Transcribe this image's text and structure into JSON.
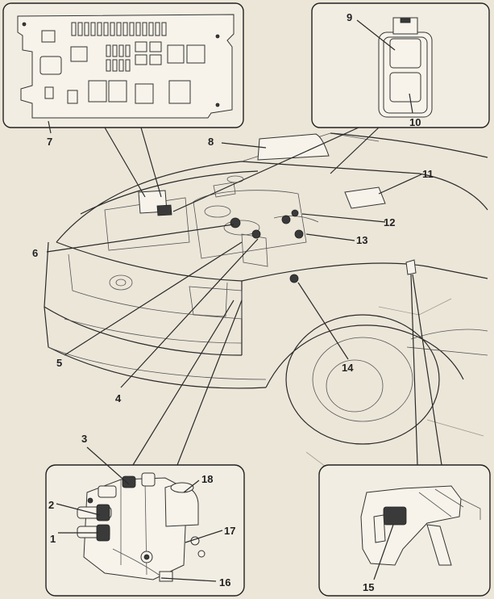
{
  "callouts": [
    {
      "id": "label-1",
      "text": "1"
    },
    {
      "id": "label-2",
      "text": "2"
    },
    {
      "id": "label-3",
      "text": "3"
    },
    {
      "id": "label-4",
      "text": "4"
    },
    {
      "id": "label-5",
      "text": "5"
    },
    {
      "id": "label-6",
      "text": "6"
    },
    {
      "id": "label-7",
      "text": "7"
    },
    {
      "id": "label-8",
      "text": "8"
    },
    {
      "id": "label-9",
      "text": "9"
    },
    {
      "id": "label-10",
      "text": "10"
    },
    {
      "id": "label-11",
      "text": "11"
    },
    {
      "id": "label-12",
      "text": "12"
    },
    {
      "id": "label-13",
      "text": "13"
    },
    {
      "id": "label-14",
      "text": "14"
    },
    {
      "id": "label-15",
      "text": "15"
    },
    {
      "id": "label-16",
      "text": "16"
    },
    {
      "id": "label-17",
      "text": "17"
    },
    {
      "id": "label-18",
      "text": "18"
    }
  ],
  "colors": {
    "paper": "#ece6d9",
    "ink": "#222222"
  }
}
